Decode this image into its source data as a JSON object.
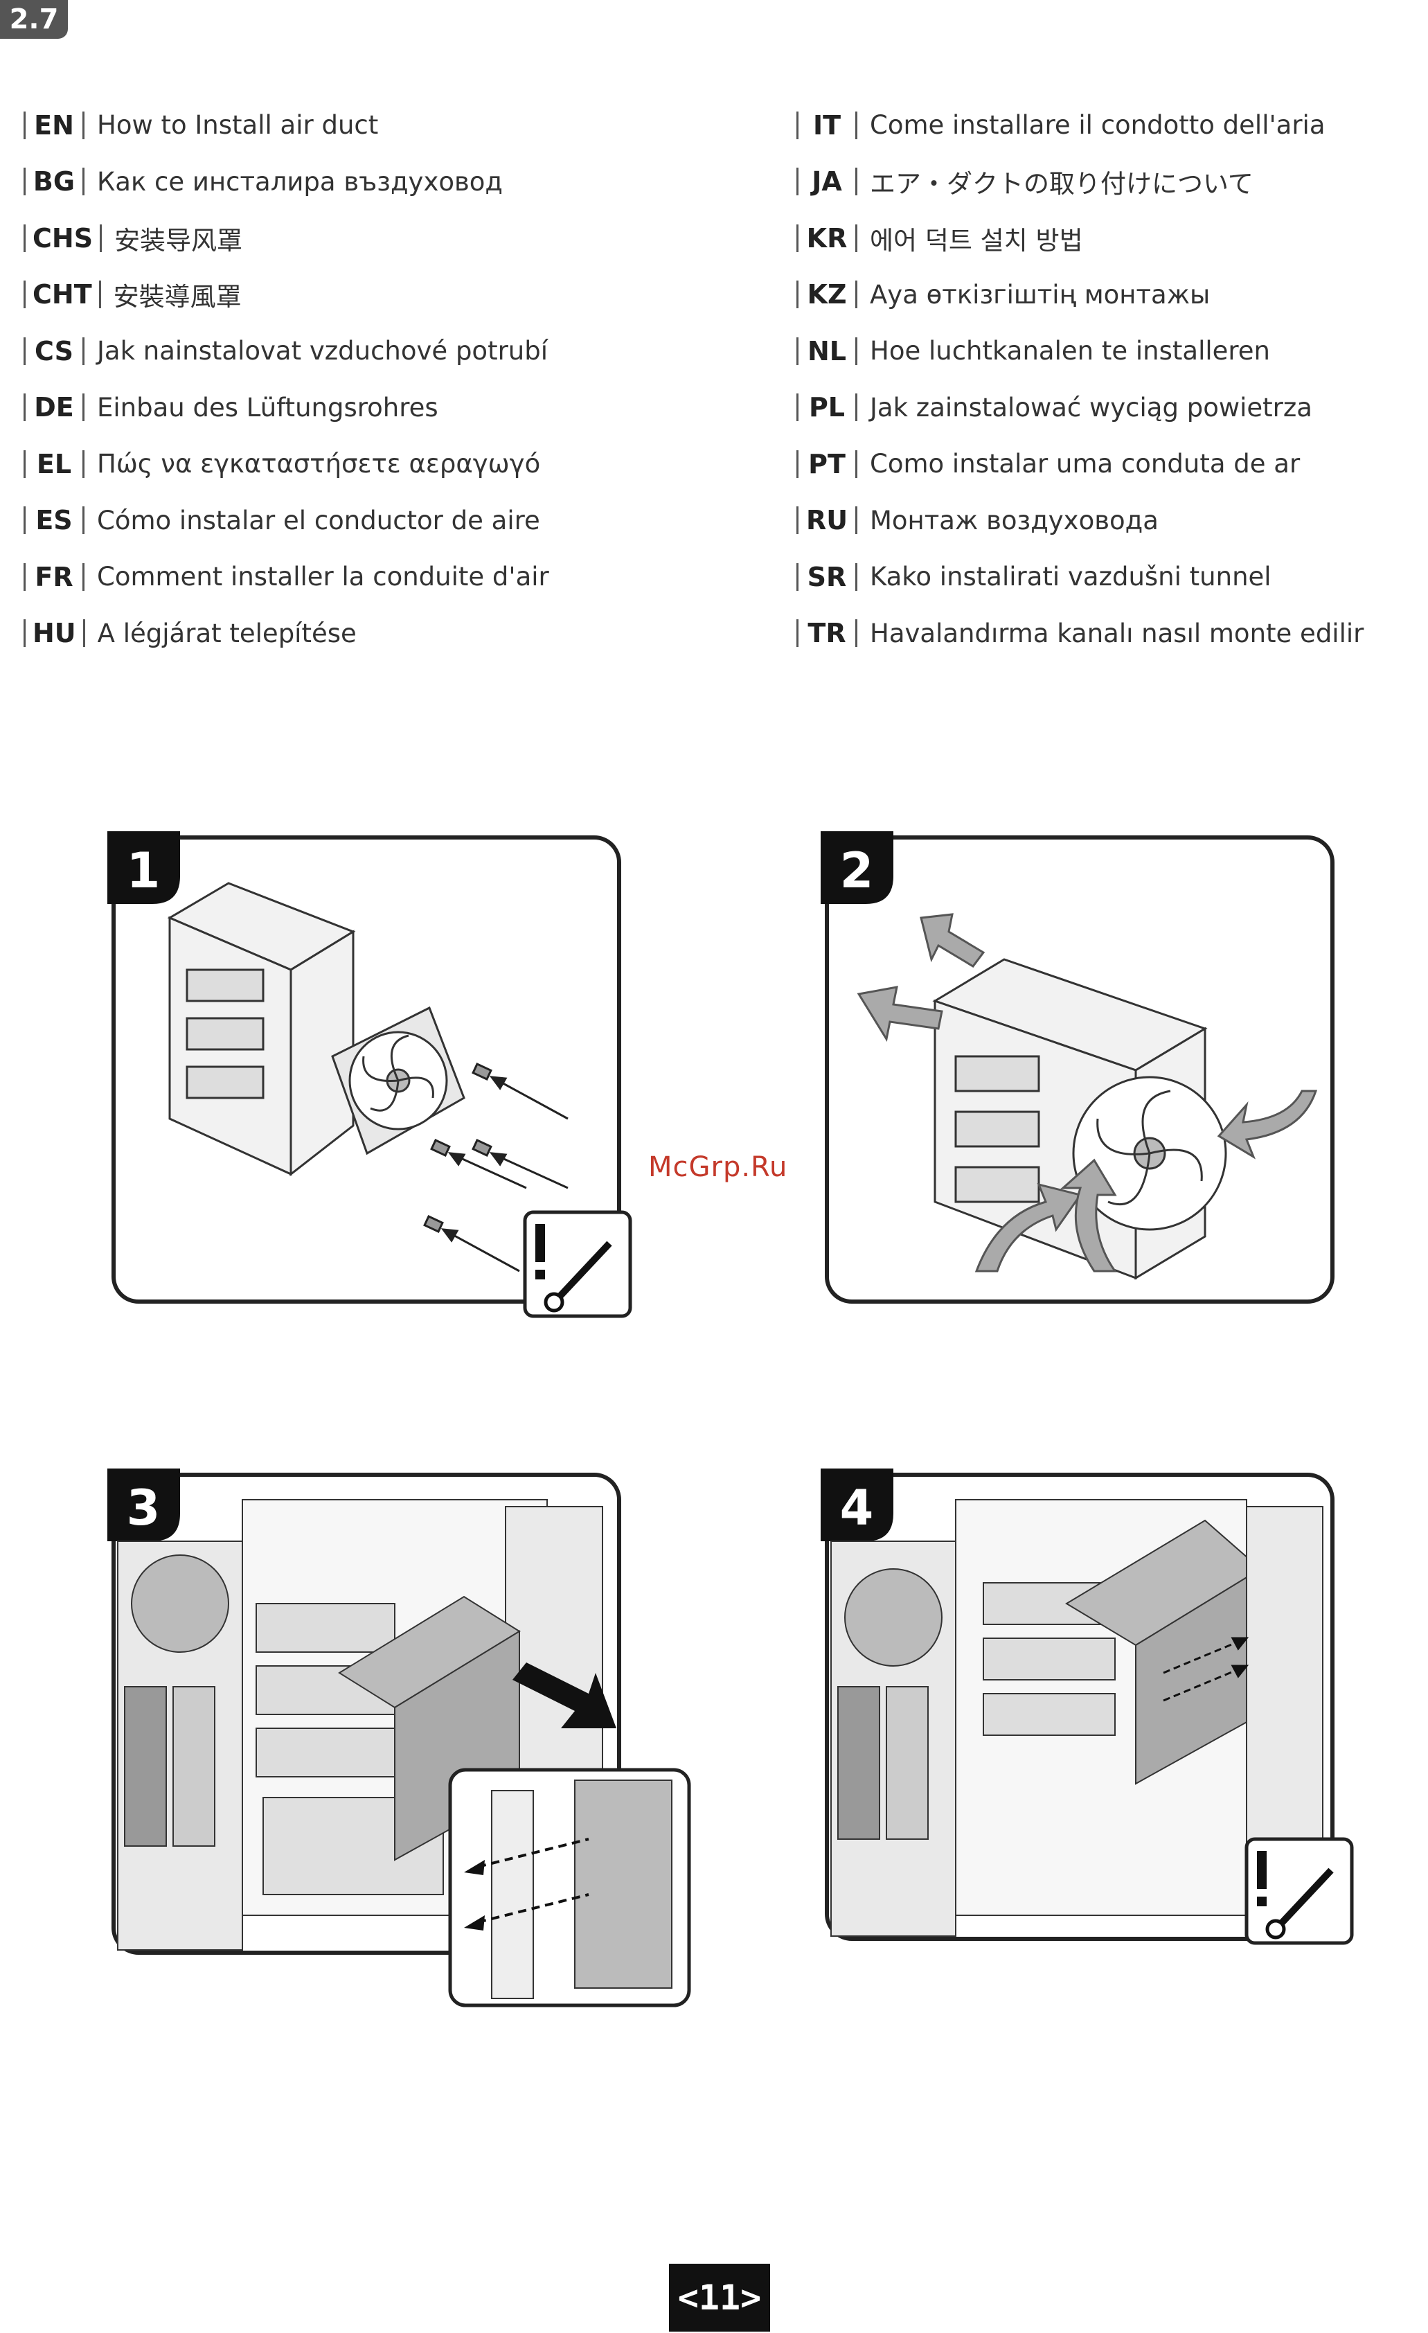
{
  "section": "2.7",
  "languages_left": [
    {
      "code": "EN",
      "label": "How to Install air duct"
    },
    {
      "code": "BG",
      "label": "Как се инсталира въздуховод"
    },
    {
      "code": "CHS",
      "label": "安装导风罩"
    },
    {
      "code": "CHT",
      "label": "安裝導風罩"
    },
    {
      "code": "CS",
      "label": "Jak nainstalovat vzduchové potrubí"
    },
    {
      "code": "DE",
      "label": "Einbau des Lüftungsrohres"
    },
    {
      "code": "EL",
      "label": "Πώς να εγκαταστήσετε αεραγωγό"
    },
    {
      "code": "ES",
      "label": "Cómo instalar el conductor de aire"
    },
    {
      "code": "FR",
      "label": "Comment installer la conduite d'air"
    },
    {
      "code": "HU",
      "label": "A légjárat telepítése"
    }
  ],
  "languages_right": [
    {
      "code": "IT",
      "label": "Come installare il condotto dell'aria"
    },
    {
      "code": "JA",
      "label": "エア・ダクトの取り付けについて"
    },
    {
      "code": "KR",
      "label": "에어 덕트 설치 방법"
    },
    {
      "code": "KZ",
      "label": "Ауа өткізгіштің монтажы"
    },
    {
      "code": "NL",
      "label": "Hoe luchtkanalen te installeren"
    },
    {
      "code": "PL",
      "label": "Jak zainstalować wyciąg powietrza"
    },
    {
      "code": "PT",
      "label": "Como instalar uma conduta de ar"
    },
    {
      "code": "RU",
      "label": "Монтаж воздуховода"
    },
    {
      "code": "SR",
      "label": "Kako instalirati vazdušni tunnel"
    },
    {
      "code": "TR",
      "label": "Havalandırma kanalı nasıl monte edilir"
    }
  ],
  "steps": [
    "1",
    "2",
    "3",
    "4"
  ],
  "watermark": "McGrp.Ru",
  "page_number": "<11>",
  "icons": {
    "screwdriver": "screwdriver-warning-icon",
    "fan": "fan-icon"
  }
}
